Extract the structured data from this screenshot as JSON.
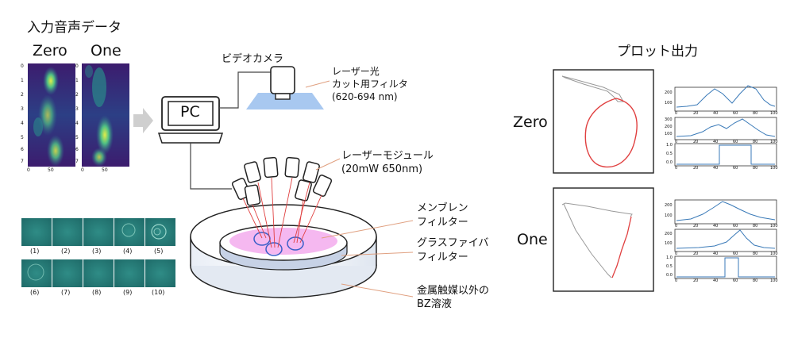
{
  "input": {
    "title": "入力音声データ",
    "zero_label": "Zero",
    "one_label": "One",
    "yticks": [
      "0",
      "1",
      "2",
      "3",
      "4",
      "5",
      "6",
      "7"
    ],
    "xtick_0": "0",
    "xtick_50": "50"
  },
  "wells": {
    "top": [
      "(1)",
      "(2)",
      "(3)",
      "(4)",
      "(5)"
    ],
    "bottom": [
      "(6)",
      "(7)",
      "(8)",
      "(9)",
      "(10)"
    ]
  },
  "pc": {
    "label": "PC"
  },
  "camera": {
    "label": "ビデオカメラ"
  },
  "filter_label": {
    "line1": "レーザー光",
    "line2": "カット用フィルタ",
    "line3": "(620-694 nm)"
  },
  "laser_label": {
    "line1": "レーザーモジュール",
    "line2": "(20mW 650nm)"
  },
  "membrane_label": {
    "line1": "メンブレン",
    "line2": "フィルター"
  },
  "glass_label": {
    "line1": "グラスファイバ",
    "line2": "フィルター"
  },
  "bz_label": {
    "line1": "金属触媒以外の",
    "line2": "BZ溶液"
  },
  "output": {
    "title": "プロット出力",
    "zero_label": "Zero",
    "one_label": "One"
  },
  "minichart_ticks": {
    "x": [
      "0",
      "20",
      "40",
      "60",
      "80",
      "100"
    ],
    "y_top_zero": [
      "200",
      "100"
    ],
    "y_mid_zero": [
      "300",
      "200",
      "100"
    ],
    "y_top_one": [
      "200",
      "100"
    ],
    "y_mid_one": [
      "200",
      "100"
    ],
    "y_bin": [
      "1.0",
      "0.5",
      "0.0"
    ]
  },
  "colors": {
    "heatmap_bg": "#3b1f6b",
    "heatmap_mid": "#2a8a8a",
    "heatmap_hot": "#d6e84a",
    "well": "#2f8a84",
    "membrane_pink": "#f5b8f0",
    "laser_red": "#e04040",
    "plot_blue": "#3a7ab8",
    "trace_red": "#e04040",
    "filter_blue": "#a8c8f0"
  }
}
